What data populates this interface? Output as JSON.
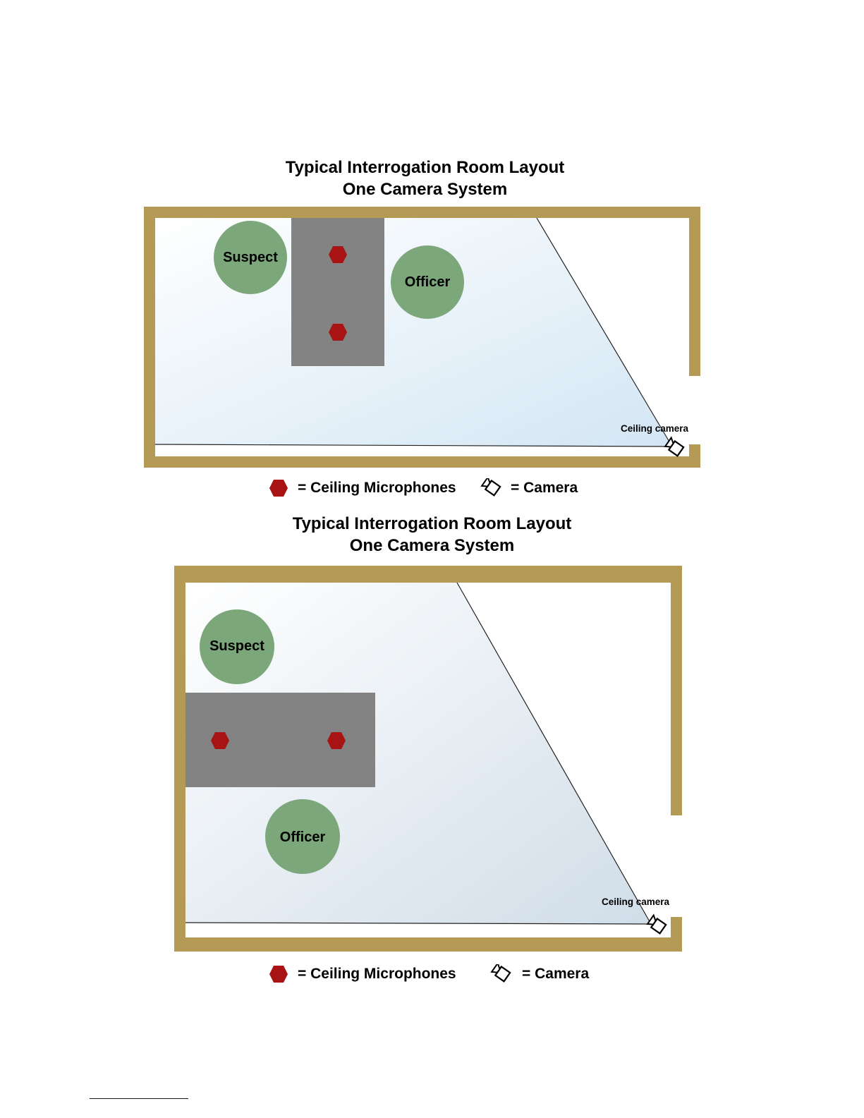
{
  "colors": {
    "wall": "#b49a55",
    "person": "#7ba77b",
    "table": "#8a8a8a",
    "microphone": "#a81414",
    "camera_view_start": "#f7fbff",
    "camera_view_end": "#d6e6f3",
    "text": "#000000"
  },
  "diagrams": [
    {
      "title_line1": "Typical Interrogation Room Layout",
      "title_line2": "One Camera System",
      "suspect_label": "Suspect",
      "officer_label": "Officer",
      "camera_label": "Ceiling camera",
      "legend": {
        "microphone_label": "= Ceiling Microphones",
        "camera_label": "= Camera",
        "microphone_icon": "hexagon-icon",
        "camera_icon": "camera-icon"
      }
    },
    {
      "title_line1": "Typical Interrogation Room Layout",
      "title_line2": "One Camera System",
      "suspect_label": "Suspect",
      "officer_label": "Officer",
      "camera_label": "Ceiling camera",
      "legend": {
        "microphone_label": "= Ceiling Microphones",
        "camera_label": "= Camera",
        "microphone_icon": "hexagon-icon",
        "camera_icon": "camera-icon"
      }
    }
  ]
}
